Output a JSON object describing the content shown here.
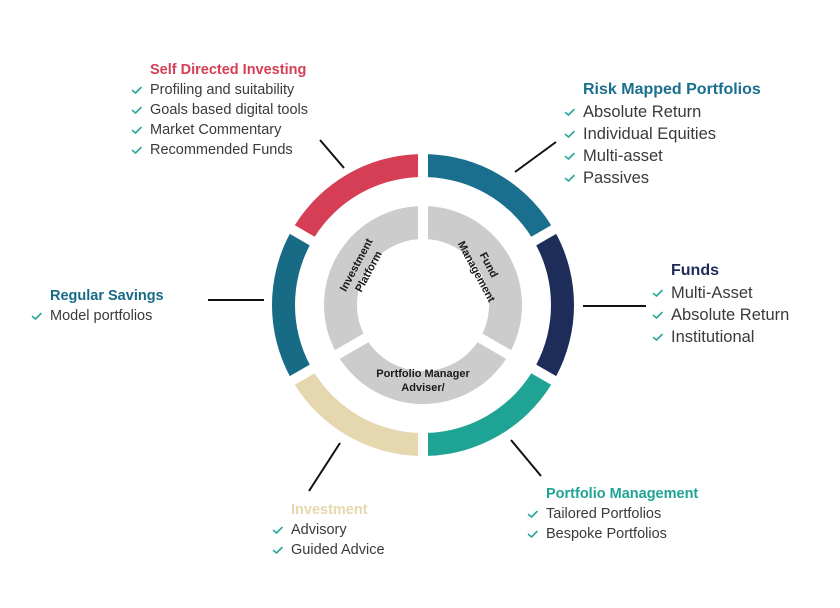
{
  "colors": {
    "self_directed": "#d63e55",
    "risk_mapped": "#1a6f8f",
    "funds": "#1e2c5a",
    "portfolio_management": "#1fa394",
    "investment": "#e5d8ae",
    "regular_savings": "#176b85",
    "inner_segment": "#cccccc",
    "check": "#2aa79b",
    "item_text": "#3a3a3a",
    "inner_text": "#1a1a1a"
  },
  "outer_segments": [
    {
      "key": "self_directed",
      "color": "#d63e55"
    },
    {
      "key": "risk_mapped",
      "color": "#1a6f8f"
    },
    {
      "key": "funds",
      "color": "#1e2c5a"
    },
    {
      "key": "portfolio_management",
      "color": "#1fa394"
    },
    {
      "key": "investment",
      "color": "#e5d8ae"
    },
    {
      "key": "regular_savings",
      "color": "#176b85"
    }
  ],
  "inner_segments": [
    {
      "key": "investment_platform",
      "lines": [
        "Investment",
        "Platform"
      ]
    },
    {
      "key": "fund_management",
      "lines": [
        "Fund",
        "Management"
      ]
    },
    {
      "key": "portfolio_manager_adviser",
      "lines": [
        "Portfolio Manager",
        "Adviser/"
      ]
    }
  ],
  "blocks": {
    "self_directed": {
      "title": "Self Directed Investing",
      "items": [
        "Profiling and suitability",
        "Goals based digital tools",
        "Market Commentary",
        "Recommended Funds"
      ]
    },
    "risk_mapped": {
      "title": "Risk Mapped Portfolios",
      "items": [
        "Absolute Return",
        "Individual Equities",
        "Multi-asset",
        "Passives"
      ]
    },
    "funds": {
      "title": "Funds",
      "items": [
        "Multi-Asset",
        "Absolute Return",
        "Institutional"
      ]
    },
    "regular_savings": {
      "title": "Regular Savings",
      "items": [
        "Model portfolios"
      ]
    },
    "investment": {
      "title": "Investment",
      "items": [
        "Advisory",
        "Guided Advice"
      ]
    },
    "portfolio_management": {
      "title": "Portfolio Management",
      "items": [
        "Tailored Portfolios",
        "Bespoke Portfolios"
      ]
    }
  }
}
